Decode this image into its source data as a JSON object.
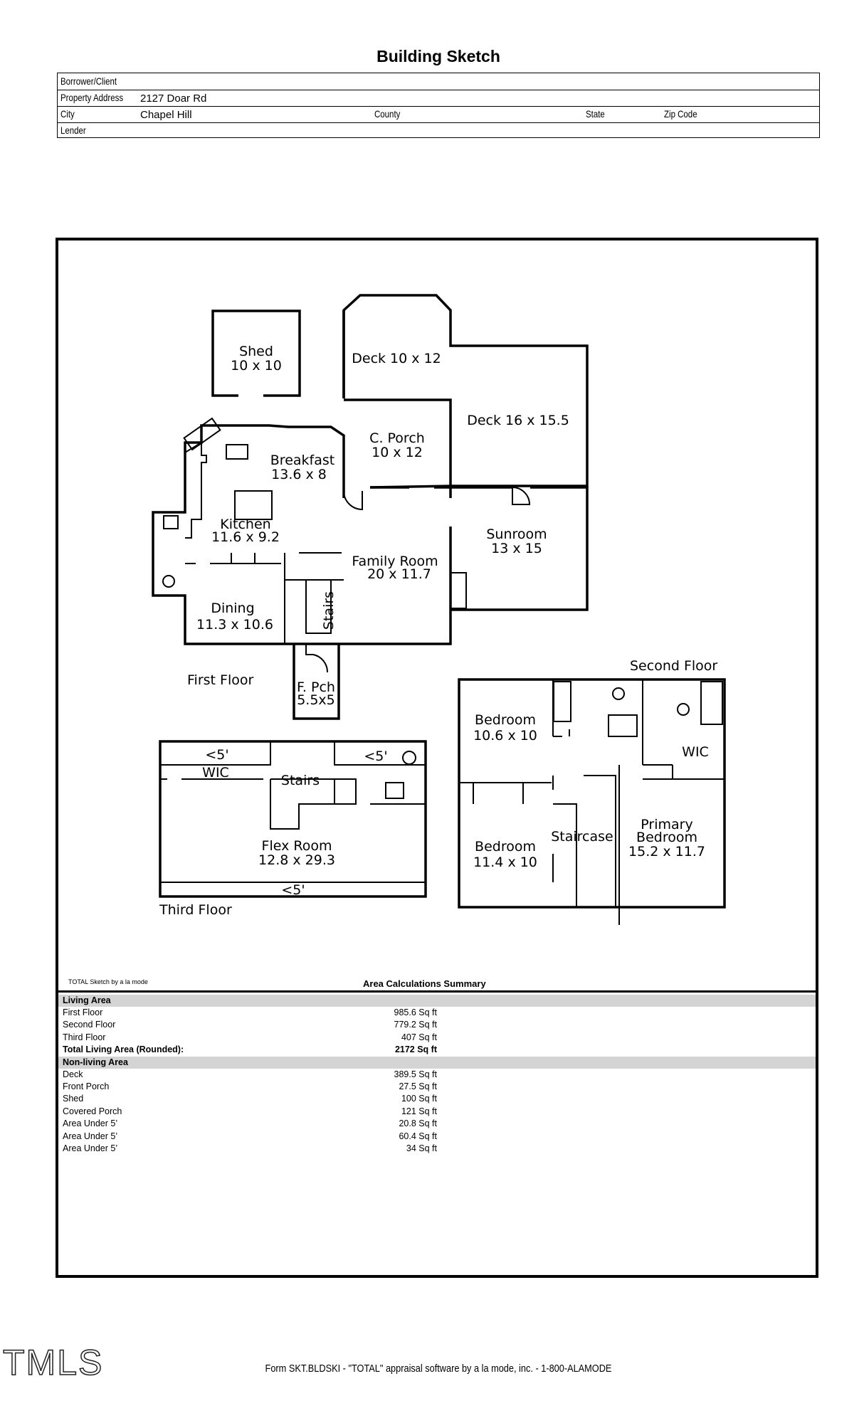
{
  "title": "Building Sketch",
  "header": {
    "borrower_label": "Borrower/Client",
    "borrower_value": "",
    "address_label": "Property Address",
    "address_value": "2127 Doar Rd",
    "city_label": "City",
    "city_value": "Chapel Hill",
    "county_label": "County",
    "state_label": "State",
    "zip_label": "Zip Code",
    "lender_label": "Lender"
  },
  "plan": {
    "shed": [
      "Shed",
      "10 x 10"
    ],
    "deck_a": "Deck 10 x 12",
    "deck_b": "Deck 16 x 15.5",
    "porch": [
      "C. Porch",
      "10 x 12"
    ],
    "breakfast": [
      "Breakfast",
      "13.6 x 8"
    ],
    "kitchen": [
      "Kitchen",
      "11.6 x 9.2"
    ],
    "sunroom": [
      "Sunroom",
      "13 x 15"
    ],
    "family": [
      "Family Room",
      "20 x 11.7"
    ],
    "dining": [
      "Dining",
      "11.3 x 10.6"
    ],
    "stairs1": "Stairs",
    "first_floor": "First Floor",
    "front_porch": [
      "F. Pch",
      "5.5x5"
    ],
    "second_floor": "Second Floor",
    "bedroom1": [
      "Bedroom",
      "10.6 x 10"
    ],
    "bedroom2": [
      "Bedroom",
      "11.4 x 10"
    ],
    "wic2": "WIC",
    "staircase": "Staircase",
    "primary": [
      "Primary",
      "Bedroom",
      "15.2 x 11.7"
    ],
    "under5_a": "<5'",
    "under5_b": "<5'",
    "under5_c": "<5'",
    "wic3": "WIC",
    "stairs3": "Stairs",
    "flex": [
      "Flex Room",
      "12.8 x 29.3"
    ],
    "third_floor": "Third Floor"
  },
  "sketch_by": "TOTAL Sketch by a la mode",
  "area_summary": {
    "title": "Area Calculations Summary",
    "living_header": "Living Area",
    "living": [
      {
        "label": "First Floor",
        "value": "985.6 Sq ft"
      },
      {
        "label": "Second Floor",
        "value": "779.2 Sq ft"
      },
      {
        "label": "Third Floor",
        "value": "407 Sq ft"
      }
    ],
    "total_label": "Total Living Area (Rounded):",
    "total_value": "2172 Sq ft",
    "nonliving_header": "Non-living Area",
    "nonliving": [
      {
        "label": "Deck",
        "value": "389.5 Sq ft"
      },
      {
        "label": "Front Porch",
        "value": "27.5 Sq ft"
      },
      {
        "label": "Shed",
        "value": "100 Sq ft"
      },
      {
        "label": "Covered Porch",
        "value": "121 Sq ft"
      },
      {
        "label": "Area Under 5’",
        "value": "20.8 Sq ft"
      },
      {
        "label": "Area Under 5’",
        "value": "60.4 Sq ft"
      },
      {
        "label": "Area Under 5’",
        "value": "34 Sq ft"
      }
    ]
  },
  "watermark": "TMLS",
  "footer": "Form SKT.BLDSKI - \"TOTAL\" appraisal software by a la mode, inc. - 1-800-ALAMODE"
}
